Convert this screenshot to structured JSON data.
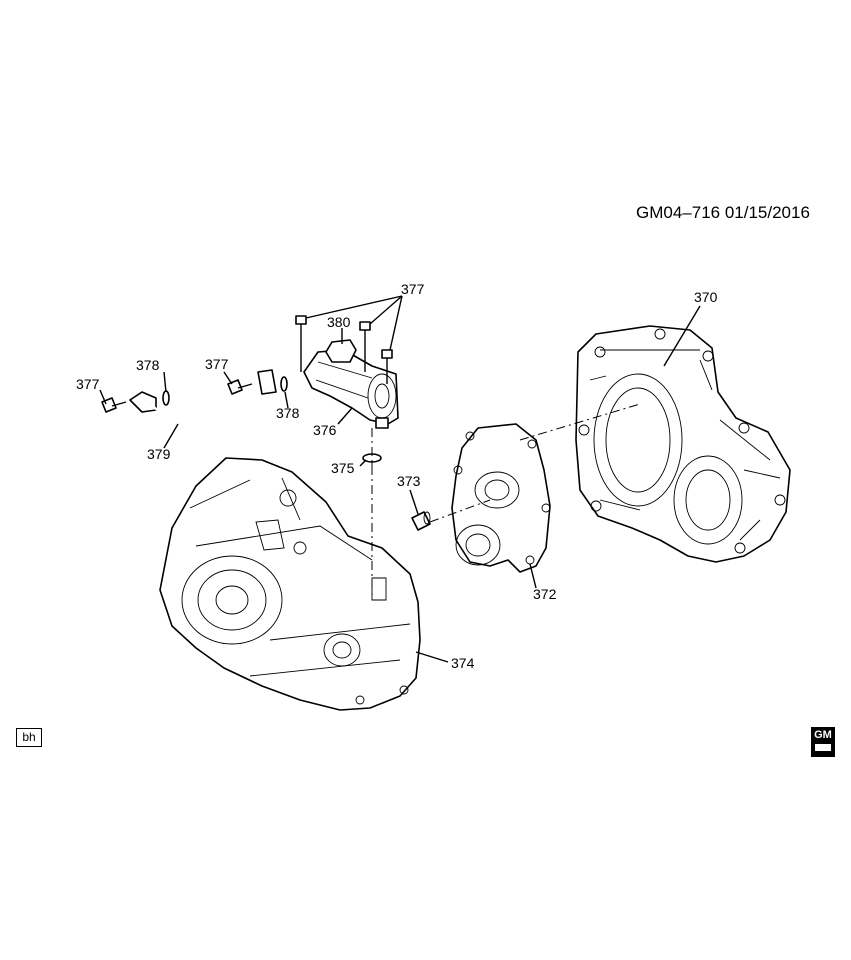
{
  "header": {
    "code": "GM04–716  01/15/2016"
  },
  "callouts": {
    "c370": "370",
    "c372": "372",
    "c373": "373",
    "c374": "374",
    "c375": "375",
    "c376": "376",
    "c377a": "377",
    "c377b": "377",
    "c377c": "377",
    "c378a": "378",
    "c378b": "378",
    "c379": "379",
    "c380": "380"
  },
  "footer": {
    "left_tag": "bh",
    "brand": "GM"
  },
  "colors": {
    "ink": "#000000",
    "paper": "#ffffff"
  }
}
